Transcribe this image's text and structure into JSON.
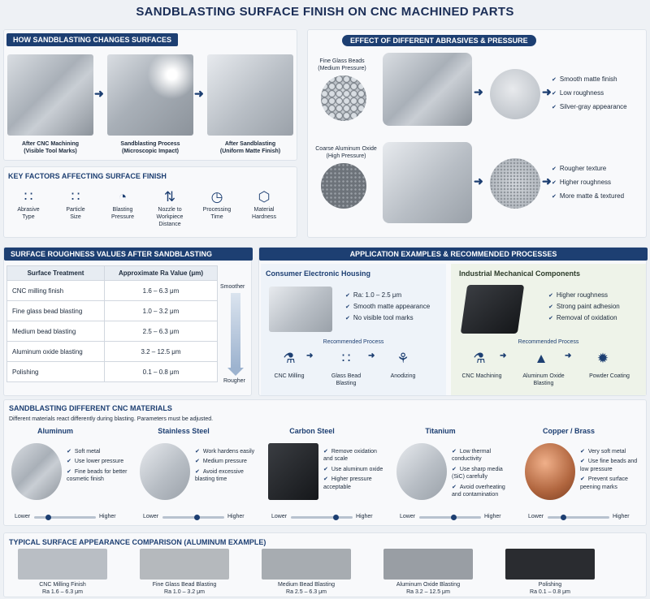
{
  "title": "SANDBLASTING SURFACE FINISH ON CNC MACHINED PARTS",
  "how": {
    "header": "HOW SANDBLASTING CHANGES SURFACES",
    "steps": [
      {
        "l1": "After CNC Machining",
        "l2": "(Visible Tool Marks)"
      },
      {
        "l1": "Sandblasting Process",
        "l2": "(Microscopic Impact)"
      },
      {
        "l1": "After Sandblasting",
        "l2": "(Uniform Matte Finish)"
      }
    ]
  },
  "factors": {
    "header": "KEY FACTORS AFFECTING SURFACE FINISH",
    "items": [
      {
        "icon": "abrasive-icon",
        "l1": "Abrasive",
        "l2": "Type",
        "l3": ""
      },
      {
        "icon": "particle-icon",
        "l1": "Particle",
        "l2": "Size",
        "l3": ""
      },
      {
        "icon": "gauge-icon",
        "l1": "Blasting",
        "l2": "Pressure",
        "l3": ""
      },
      {
        "icon": "nozzle-icon",
        "l1": "Nozzle to",
        "l2": "Workpiece",
        "l3": "Distance"
      },
      {
        "icon": "clock-icon",
        "l1": "Processing",
        "l2": "Time",
        "l3": ""
      },
      {
        "icon": "cube-icon",
        "l1": "Material",
        "l2": "Hardness",
        "l3": ""
      }
    ]
  },
  "effect": {
    "header": "EFFECT OF DIFFERENT ABRASIVES & PRESSURE",
    "rows": [
      {
        "name": "Fine Glass Beads",
        "sub": "(Medium Pressure)",
        "bullets": [
          "Smooth matte finish",
          "Low roughness",
          "Silver-gray appearance"
        ]
      },
      {
        "name": "Coarse Aluminum Oxide",
        "sub": "(High Pressure)",
        "bullets": [
          "Rougher texture",
          "Higher roughness",
          "More matte & textured"
        ]
      }
    ]
  },
  "roughness": {
    "header": "SURFACE ROUGHNESS VALUES AFTER SANDBLASTING",
    "col1": "Surface Treatment",
    "col2": "Approximate Ra Value (μm)",
    "smoother": "Smoother",
    "rougher": "Rougher",
    "rows": [
      {
        "t": "CNC milling finish",
        "v": "1.6 – 6.3 μm"
      },
      {
        "t": "Fine glass bead blasting",
        "v": "1.0 – 3.2 μm"
      },
      {
        "t": "Medium bead blasting",
        "v": "2.5 – 6.3 μm"
      },
      {
        "t": "Aluminum oxide blasting",
        "v": "3.2 – 12.5 μm"
      },
      {
        "t": "Polishing",
        "v": "0.1 – 0.8 μm"
      }
    ]
  },
  "applications": {
    "header": "APPLICATION EXAMPLES & RECOMMENDED PROCESSES",
    "consumer": {
      "title": "Consumer Electronic Housing",
      "bullets": [
        "Ra: 1.0 – 2.5 μm",
        "Smooth matte appearance",
        "No visible tool marks"
      ],
      "rec": "Recommended Process",
      "steps": [
        {
          "l1": "CNC Milling",
          "l2": ""
        },
        {
          "l1": "Glass Bead",
          "l2": "Blasting"
        },
        {
          "l1": "Anodizing",
          "l2": ""
        }
      ]
    },
    "industrial": {
      "title": "Industrial Mechanical Components",
      "bullets": [
        "Higher roughness",
        "Strong paint adhesion",
        "Removal of oxidation"
      ],
      "rec": "Recommended Process",
      "steps": [
        {
          "l1": "CNC Machining",
          "l2": ""
        },
        {
          "l1": "Aluminum Oxide",
          "l2": "Blasting"
        },
        {
          "l1": "Powder Coating",
          "l2": ""
        }
      ]
    }
  },
  "materials": {
    "header": "SANDBLASTING DIFFERENT CNC MATERIALS",
    "note": "Different materials react differently during blasting. Parameters must be adjusted.",
    "lower": "Lower",
    "higher": "Higher",
    "items": [
      {
        "name": "Aluminum",
        "level": 0.22,
        "bullets": [
          "Soft metal",
          "Use lower pressure",
          "Fine beads for better cosmetic finish"
        ]
      },
      {
        "name": "Stainless Steel",
        "level": 0.55,
        "bullets": [
          "Work hardens easily",
          "Medium pressure",
          "Avoid excessive blasting time"
        ]
      },
      {
        "name": "Carbon Steel",
        "level": 0.72,
        "bullets": [
          "Remove oxidation and scale",
          "Use aluminum oxide",
          "Higher pressure acceptable"
        ]
      },
      {
        "name": "Titanium",
        "level": 0.55,
        "bullets": [
          "Low thermal conductivity",
          "Use sharp media (SiC) carefully",
          "Avoid overheating and contamination"
        ]
      },
      {
        "name": "Copper / Brass",
        "level": 0.25,
        "bullets": [
          "Very soft metal",
          "Use fine beads and low pressure",
          "Prevent surface peening marks"
        ]
      }
    ]
  },
  "comparison": {
    "header": "TYPICAL SURFACE APPEARANCE COMPARISON (ALUMINUM EXAMPLE)",
    "items": [
      {
        "name": "CNC Milling Finish",
        "ra": "Ra 1.6 – 6.3 μm",
        "color": "#b9bec4"
      },
      {
        "name": "Fine Glass Bead Blasting",
        "ra": "Ra 1.0 – 3.2 μm",
        "color": "#b5b9bd"
      },
      {
        "name": "Medium Bead Blasting",
        "ra": "Ra 2.5 – 6.3 μm",
        "color": "#a7acb1"
      },
      {
        "name": "Aluminum Oxide Blasting",
        "ra": "Ra 3.2 – 12.5 μm",
        "color": "#999ea4"
      },
      {
        "name": "Polishing",
        "ra": "Ra 0.1 – 0.8 μm",
        "color": "#2a2c30"
      }
    ]
  }
}
